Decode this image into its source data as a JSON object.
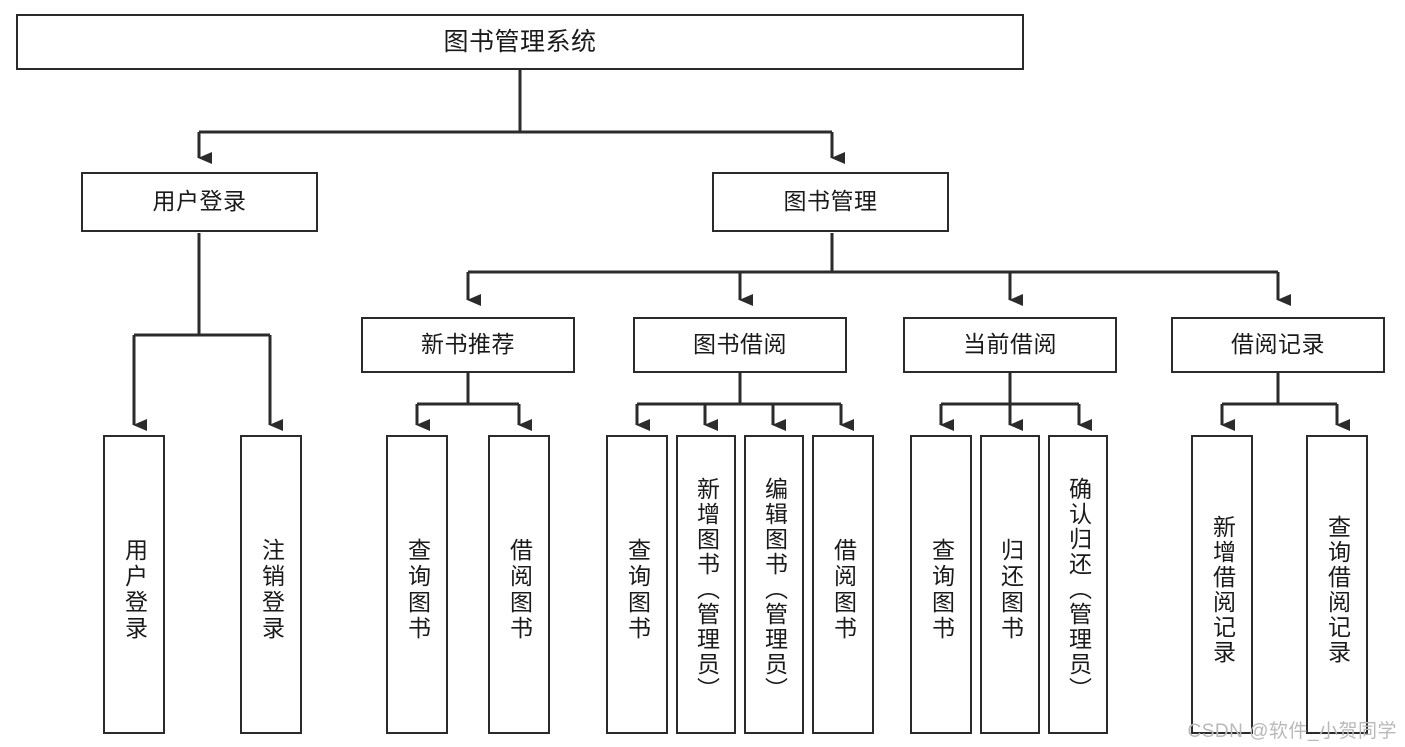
{
  "diagram": {
    "type": "tree-hierarchy",
    "title": "图书管理系统",
    "watermark": "CSDN @软件_小贺同学",
    "colors": {
      "stroke": "#2b2b2b",
      "fill": "#ffffff",
      "text": "#1a1a1a",
      "watermark": "#b9b9b9"
    },
    "levels": {
      "root": {
        "label": "图书管理系统"
      },
      "level1": [
        {
          "label": "用户登录"
        },
        {
          "label": "图书管理"
        }
      ],
      "level2": [
        {
          "label": "新书推荐"
        },
        {
          "label": "图书借阅"
        },
        {
          "label": "当前借阅"
        },
        {
          "label": "借阅记录"
        }
      ],
      "leaves": {
        "user_login": [
          {
            "label": "用户登录"
          },
          {
            "label": "注销登录"
          }
        ],
        "new_book_recommend": [
          {
            "label": "查询图书"
          },
          {
            "label": "借阅图书"
          }
        ],
        "book_borrow": [
          {
            "label": "查询图书"
          },
          {
            "label": "新增图书（管理员）"
          },
          {
            "label": "编辑图书（管理员）"
          },
          {
            "label": "借阅图书"
          }
        ],
        "current_borrow": [
          {
            "label": "查询图书"
          },
          {
            "label": "归还图书"
          },
          {
            "label": "确认归还（管理员）"
          }
        ],
        "borrow_record": [
          {
            "label": "新增借阅记录"
          },
          {
            "label": "查询借阅记录"
          }
        ]
      }
    }
  }
}
